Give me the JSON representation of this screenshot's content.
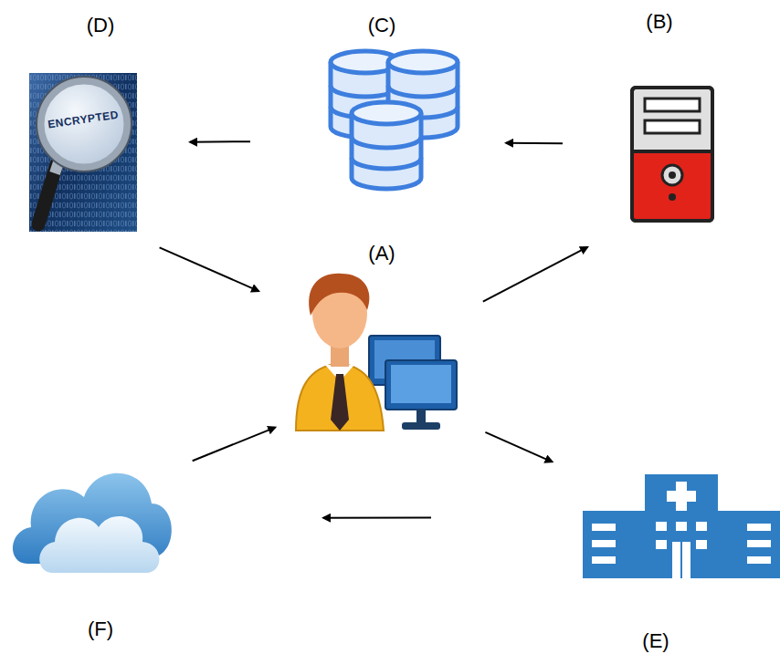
{
  "diagram": {
    "nodes": [
      {
        "text": [
          "(D)",
          "ENCRYPTED"
        ]
      },
      {
        "text": [
          "(C)"
        ]
      },
      {
        "text": [
          "(B)"
        ]
      },
      {
        "text": [
          "(A)"
        ]
      },
      {
        "text": [
          "(F)"
        ]
      },
      {
        "text": [
          "(E)"
        ]
      }
    ],
    "edges": [
      {
        "from": 3,
        "to": 2,
        "arrow": "to"
      },
      {
        "from": 2,
        "to": 1,
        "arrow": "to"
      },
      {
        "from": 1,
        "to": 0,
        "arrow": "to"
      },
      {
        "from": 0,
        "to": 3,
        "arrow": "to"
      },
      {
        "from": 3,
        "to": 5,
        "arrow": "to"
      },
      {
        "from": 5,
        "to": 4,
        "arrow": "to"
      },
      {
        "from": 4,
        "to": 3,
        "arrow": "to"
      }
    ]
  }
}
